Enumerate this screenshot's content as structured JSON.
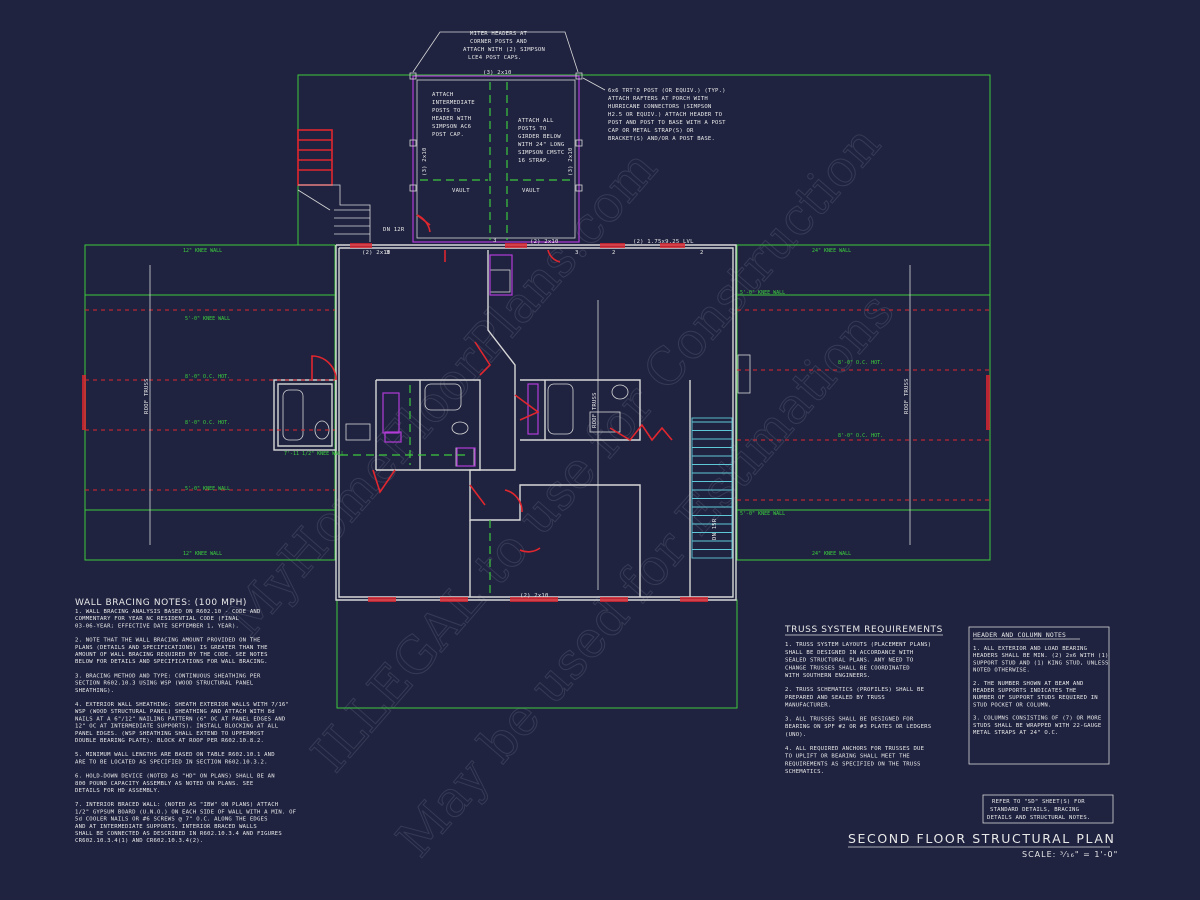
{
  "sheet": {
    "title": "SECOND FLOOR STRUCTURAL PLAN",
    "scale": "SCALE: ³⁄₁₆\" = 1'-0\"",
    "refer_note": [
      "REFER TO \"SD\" SHEET(S) FOR",
      "STANDARD DETAILS, BRACING",
      "DETAILS AND STRUCTURAL NOTES."
    ]
  },
  "watermark": {
    "line1": "MyHomeFloorPlans.com",
    "line2": "ILLEGAL to use for Construction",
    "line3": "May be used for Estimations"
  },
  "callouts": {
    "miter": [
      "MITER HEADERS AT",
      "CORNER POSTS AND",
      "ATTACH WITH (2) SIMPSON",
      "LCE4 POST CAPS."
    ],
    "intermediate": [
      "ATTACH",
      "INTERMEDIATE",
      "POSTS TO",
      "HEADER WITH",
      "SIMPSON AC6",
      "POST CAP."
    ],
    "girder": [
      "ATTACH ALL",
      "POSTS TO",
      "GIRDER BELOW",
      "WITH 24\" LONG",
      "SIMPSON CMSTC",
      "16 STRAP."
    ],
    "post": [
      "6x6 TRT'D POST (OR EQUIV.) (TYP.)",
      "ATTACH RAFTERS AT PORCH WITH",
      "HURRICANE CONNECTORS (SIMPSON",
      "H2.5 OR EQUIV.) ATTACH HEADER TO",
      "POST AND POST TO BASE WITH A POST",
      "CAP OR METAL STRAP(S) OR",
      "BRACKET(S) AND/OR A POST BASE."
    ]
  },
  "labels": {
    "header_top": "(3) 2x10",
    "header_side": "(3) 2x10",
    "header_mid": "(2) 2x10",
    "header_lvl": "(2) 1.75x9.25 LVL",
    "header_left": "(2) 2x10",
    "header_bottom": "(2) 2x10",
    "vault_left": "VAULT",
    "vault_right": "VAULT",
    "knee_12_top": "12\" KNEE WALL",
    "knee_24_top": "24\" KNEE WALL",
    "knee_5_l1": "5'-0\" KNEE WALL",
    "knee_5_l2": "5'-0\" KNEE WALL",
    "knee_5_r1": "5'-0\" KNEE WALL",
    "knee_5_r2": "5'-0\" KNEE WALL",
    "knee_12_bot": "12\" KNEE WALL",
    "knee_24_bot": "24\" KNEE WALL",
    "roof_truss": "ROOF TRUSS",
    "oc_l1": "8'-0\" O.C. HOT.",
    "oc_l2": "8'-0\" O.C. HOT.",
    "oc_r1": "8'-0\" O.C. HOT.",
    "oc_r2": "8'-0\" O.C. HOT.",
    "dim_small": "7'-11 1/2\" KNEE WALL",
    "dn_label": "DN 12R",
    "up_label": "DN 15R",
    "num_2": "2",
    "num_3": "3"
  },
  "wall_bracing": {
    "title": "WALL BRACING NOTES: (100 MPH)",
    "paras": [
      [
        "1. WALL BRACING ANALYSIS BASED ON R602.10 - CODE AND",
        "COMMENTARY FOR YEAR NC RESIDENTIAL CODE (FINAL",
        "03-06-YEAR; EFFECTIVE DATE SEPTEMBER 1, YEAR)."
      ],
      [
        "2. NOTE THAT THE WALL BRACING AMOUNT PROVIDED ON THE",
        "PLANS (DETAILS AND SPECIFICATIONS) IS GREATER THAN THE",
        "AMOUNT OF WALL BRACING REQUIRED BY THE CODE. SEE NOTES",
        "BELOW FOR DETAILS AND SPECIFICATIONS FOR WALL BRACING."
      ],
      [
        "3. BRACING METHOD AND TYPE: CONTINUOUS SHEATHING PER",
        "SECTION R602.10.3 USING WSP (WOOD STRUCTURAL PANEL",
        "SHEATHING)."
      ],
      [
        "4. EXTERIOR WALL SHEATHING: SHEATH EXTERIOR WALLS WITH 7/16\"",
        "WSP (WOOD STRUCTURAL PANEL) SHEATHING AND ATTACH WITH 8d",
        "NAILS AT A 6\"/12\" NAILING PATTERN (6\" OC AT PANEL EDGES AND",
        "12\" OC AT INTERMEDIATE SUPPORTS). INSTALL BLOCKING AT ALL",
        "PANEL EDGES. (WSP SHEATHING SHALL EXTEND TO UPPERMOST",
        "DOUBLE BEARING PLATE). BLOCK AT ROOF PER R602.10.8.2."
      ],
      [
        "5. MINIMUM WALL LENGTHS ARE BASED ON TABLE R602.10.1 AND",
        "ARE TO BE LOCATED AS SPECIFIED IN SECTION R602.10.3.2."
      ],
      [
        "6. HOLD-DOWN DEVICE (NOTED AS \"HD\" ON PLANS) SHALL BE AN",
        "800 POUND CAPACITY ASSEMBLY AS NOTED ON PLANS. SEE",
        "DETAILS FOR HD ASSEMBLY."
      ],
      [
        "7. INTERIOR BRACED WALL: (NOTED AS \"IBW\" ON PLANS) ATTACH",
        "1/2\" GYPSUM BOARD (U.N.O.) ON EACH SIDE OF WALL WITH A MIN. OF",
        "5d COOLER NAILS OR #6 SCREWS @ 7\" O.C. ALONG THE EDGES",
        "AND AT INTERMEDIATE SUPPORTS. INTERIOR BRACED WALLS",
        "SHALL BE CONNECTED AS DESCRIBED IN R602.10.3.4 AND FIGURES",
        "CR602.10.3.4(1) AND CR602.10.3.4(2)."
      ]
    ]
  },
  "truss": {
    "title": "TRUSS SYSTEM REQUIREMENTS",
    "paras": [
      [
        "1. TRUSS SYSTEM LAYOUTS (PLACEMENT PLANS)",
        "SHALL BE DESIGNED IN ACCORDANCE WITH",
        "SEALED STRUCTURAL PLANS. ANY NEED TO",
        "CHANGE TRUSSES SHALL BE COORDINATED",
        "WITH SOUTHERN ENGINEERS."
      ],
      [
        "2. TRUSS SCHEMATICS (PROFILES) SHALL BE",
        "PREPARED AND SEALED BY TRUSS",
        "MANUFACTURER."
      ],
      [
        "3. ALL TRUSSES SHALL BE DESIGNED FOR",
        "BEARING ON SPF #2 OR #3 PLATES OR LEDGERS",
        "(UNO)."
      ],
      [
        "4. ALL REQUIRED ANCHORS FOR TRUSSES DUE",
        "TO UPLIFT OR BEARING SHALL MEET THE",
        "REQUIREMENTS AS SPECIFIED ON THE TRUSS",
        "SCHEMATICS."
      ]
    ]
  },
  "header_notes": {
    "title": "HEADER AND COLUMN NOTES",
    "paras": [
      [
        "1. ALL EXTERIOR AND LOAD BEARING",
        "HEADERS SHALL BE MIN. (2) 2x6 WITH (1)",
        "SUPPORT STUD AND (1) KING STUD, UNLESS",
        "NOTED OTHERWISE."
      ],
      [
        "2. THE NUMBER SHOWN AT BEAM AND",
        "HEADER SUPPORTS INDICATES THE",
        "NUMBER OF SUPPORT STUDS REQUIRED IN",
        "STUD POCKET OR COLUMN."
      ],
      [
        "3. COLUMNS CONSISTING OF (7) OR MORE",
        "STUDS SHALL BE WRAPPED WITH 22-GAUGE",
        "METAL STRAPS AT 24\" O.C."
      ]
    ]
  }
}
